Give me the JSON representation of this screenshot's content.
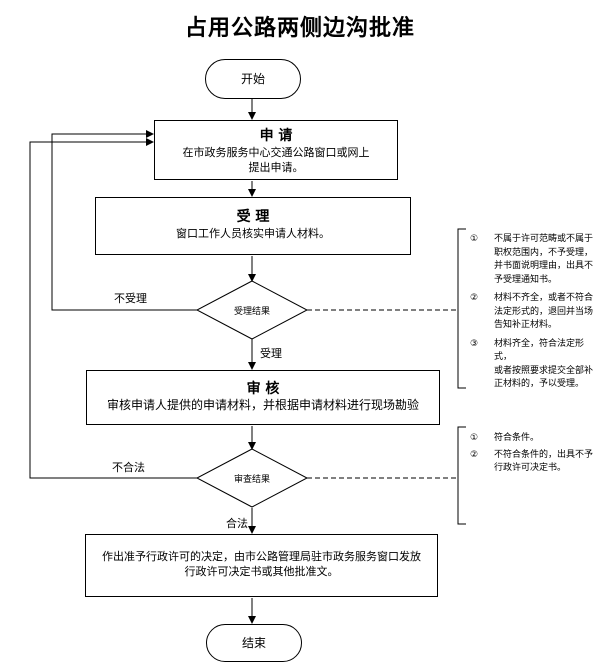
{
  "title": "占用公路两侧边沟批准",
  "nodes": {
    "start": "开始",
    "apply": {
      "heading": "申  请",
      "line1": "在市政务服务中心交通公路窗口或网上",
      "line2": "提出申请。"
    },
    "accept": {
      "heading": "受  理",
      "line1": "窗口工作人员核实申请人材料。"
    },
    "accept_decision": "受理结果",
    "review": {
      "heading": "审  核",
      "line1": "审核申请人提供的申请材料，并根据申请材料进行现场勘验"
    },
    "review_decision": "审查结果",
    "decide": {
      "line1": "作出准予行政许可的决定，由市公路管理局驻市政务服务窗口发放",
      "line2": "行政许可决定书或其他批准文。"
    },
    "end": "结束"
  },
  "edge_labels": {
    "not_accepted": "不受理",
    "accepted": "受理",
    "not_compliant": "不合法",
    "compliant": "合法"
  },
  "notes": {
    "accept": [
      {
        "num": "①",
        "lines": [
          "不属于许可范畴或不属于",
          "职权范围内，不予受理，",
          "并书面说明理由，出具不",
          "予受理通知书。"
        ]
      },
      {
        "num": "②",
        "lines": [
          "材料不齐全，或者不符合",
          "法定形式的，退回并当场",
          "告知补正材料。"
        ]
      },
      {
        "num": "③",
        "lines": [
          "材料齐全，符合法定形式，",
          "或者按照要求提交全部补",
          "正材料的，予以受理。"
        ]
      }
    ],
    "review": [
      {
        "num": "①",
        "lines": [
          "符合条件。"
        ]
      },
      {
        "num": "②",
        "lines": [
          "不符合条件的，出具不予",
          "行政许可决定书。"
        ]
      }
    ]
  }
}
